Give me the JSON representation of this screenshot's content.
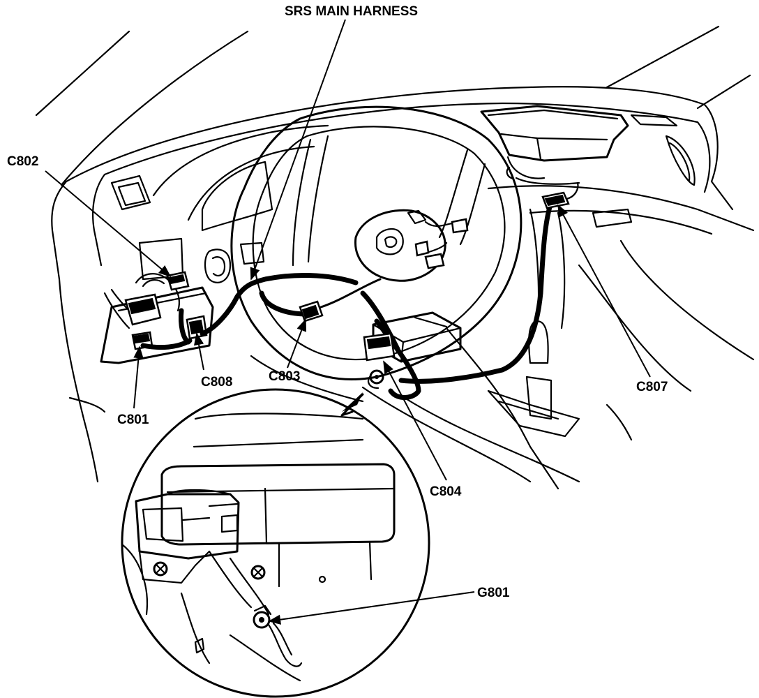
{
  "labels": {
    "srs_main_harness": "SRS MAIN HARNESS",
    "c802": "C802",
    "c801": "C801",
    "c808": "C808",
    "c803": "C803",
    "c804": "C804",
    "c807": "C807",
    "g801": "G801"
  },
  "colors": {
    "line": "#000000",
    "background": "#ffffff"
  }
}
